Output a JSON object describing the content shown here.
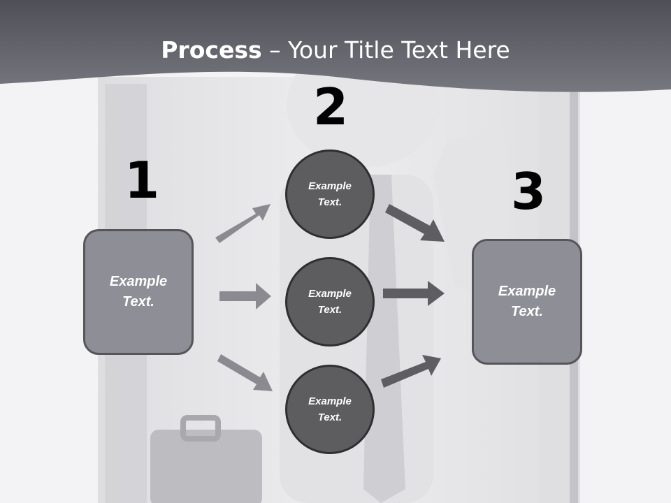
{
  "title": {
    "bold": "Process",
    "rest": " – Your Title Text Here"
  },
  "steps": {
    "one": {
      "number": "1",
      "label": "Example Text."
    },
    "two": {
      "number": "2",
      "circles": [
        "Example Text.",
        "Example Text.",
        "Example Text."
      ]
    },
    "three": {
      "number": "3",
      "label": "Example Text."
    }
  },
  "colors": {
    "header": "#5a5a62",
    "box_fill": "#8e8e96",
    "circle_fill": "#5d5d60",
    "arrow_light": "#8a8a90",
    "arrow_dark": "#5e5e62"
  }
}
